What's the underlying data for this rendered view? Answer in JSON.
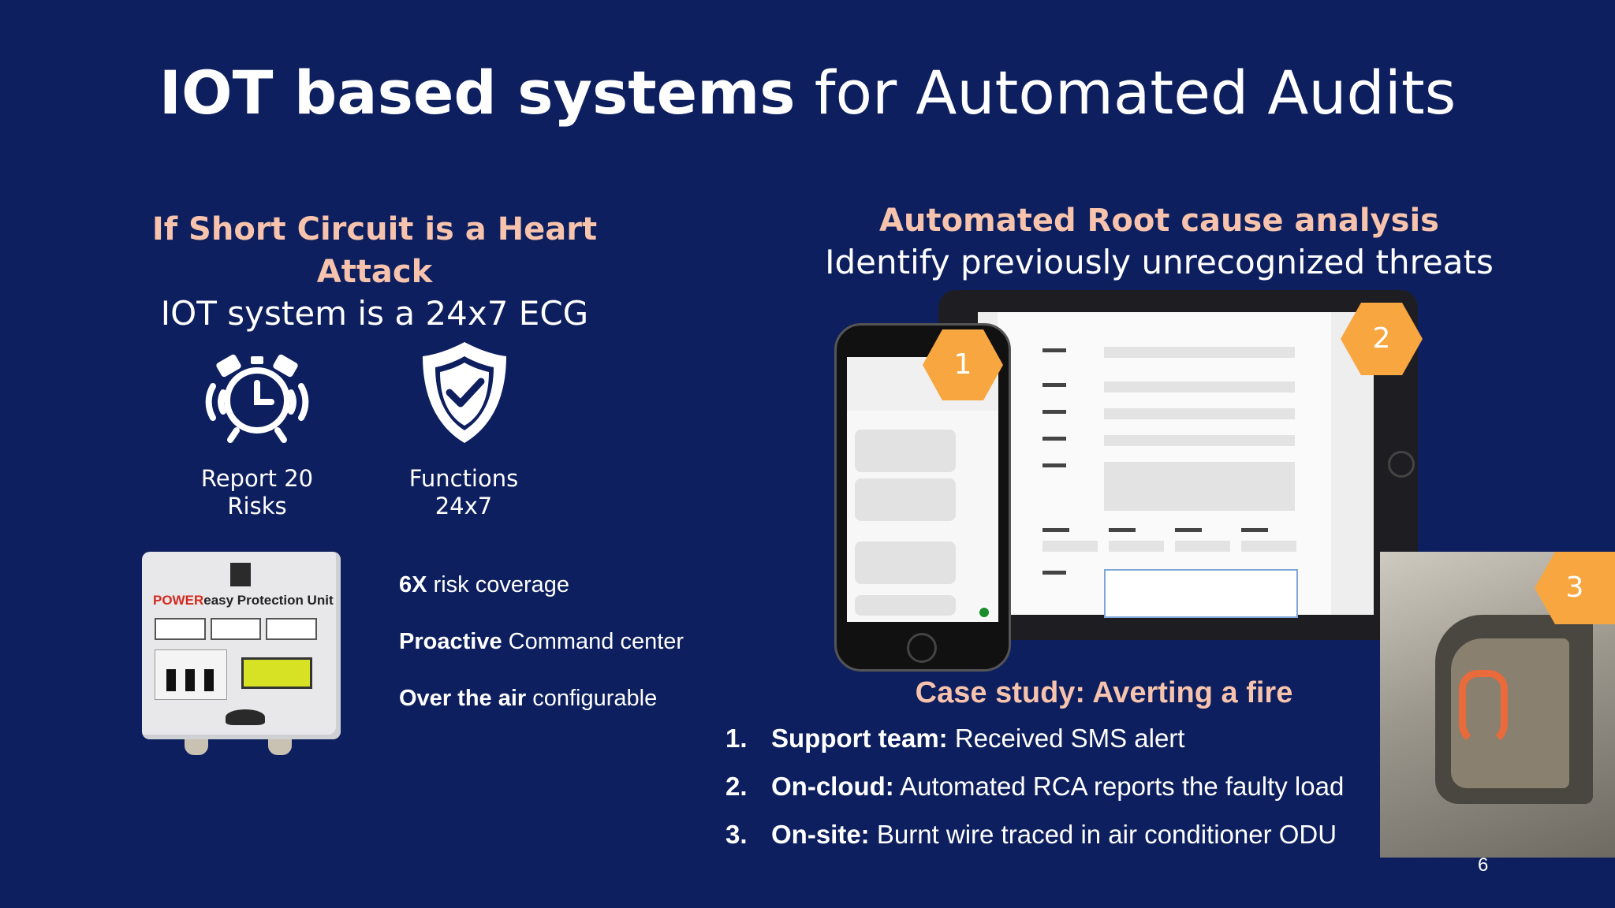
{
  "slide": {
    "title_bold": "IOT based systems",
    "title_rest": " for Automated Audits",
    "page_number": "6"
  },
  "left": {
    "heading": "If Short Circuit is a Heart Attack",
    "subheading": "IOT system is a 24x7 ECG",
    "icons": [
      {
        "icon": "alarm-clock-icon",
        "caption_line1": "Report 20",
        "caption_line2": "Risks"
      },
      {
        "icon": "shield-check-icon",
        "caption_line1": "Functions",
        "caption_line2": "24x7"
      }
    ],
    "device": {
      "brand_red": "POWER",
      "brand_rest": "easy Protection Unit"
    },
    "bullets": [
      {
        "bold": "6X",
        "rest": " risk coverage"
      },
      {
        "bold": "Proactive",
        "rest": " Command center"
      },
      {
        "bold": "Over the air",
        "rest": " configurable"
      }
    ]
  },
  "right": {
    "heading": "Automated Root cause analysis",
    "subheading": "Identify previously unrecognized threats",
    "badges": [
      "1",
      "2",
      "3"
    ],
    "case_study": {
      "title": "Case study: Averting a fire",
      "items": [
        {
          "num": "1.",
          "bold": "Support team:",
          "rest": " Received SMS alert"
        },
        {
          "num": "2.",
          "bold": "On-cloud:",
          "rest": " Automated RCA reports the faulty load"
        },
        {
          "num": "3.",
          "bold": "On-site:",
          "rest": " Burnt wire traced in air conditioner ODU"
        }
      ]
    }
  },
  "colors": {
    "background": "#0d1f5e",
    "accent_pink": "#f7c3ad",
    "badge_orange": "#f8a640"
  }
}
